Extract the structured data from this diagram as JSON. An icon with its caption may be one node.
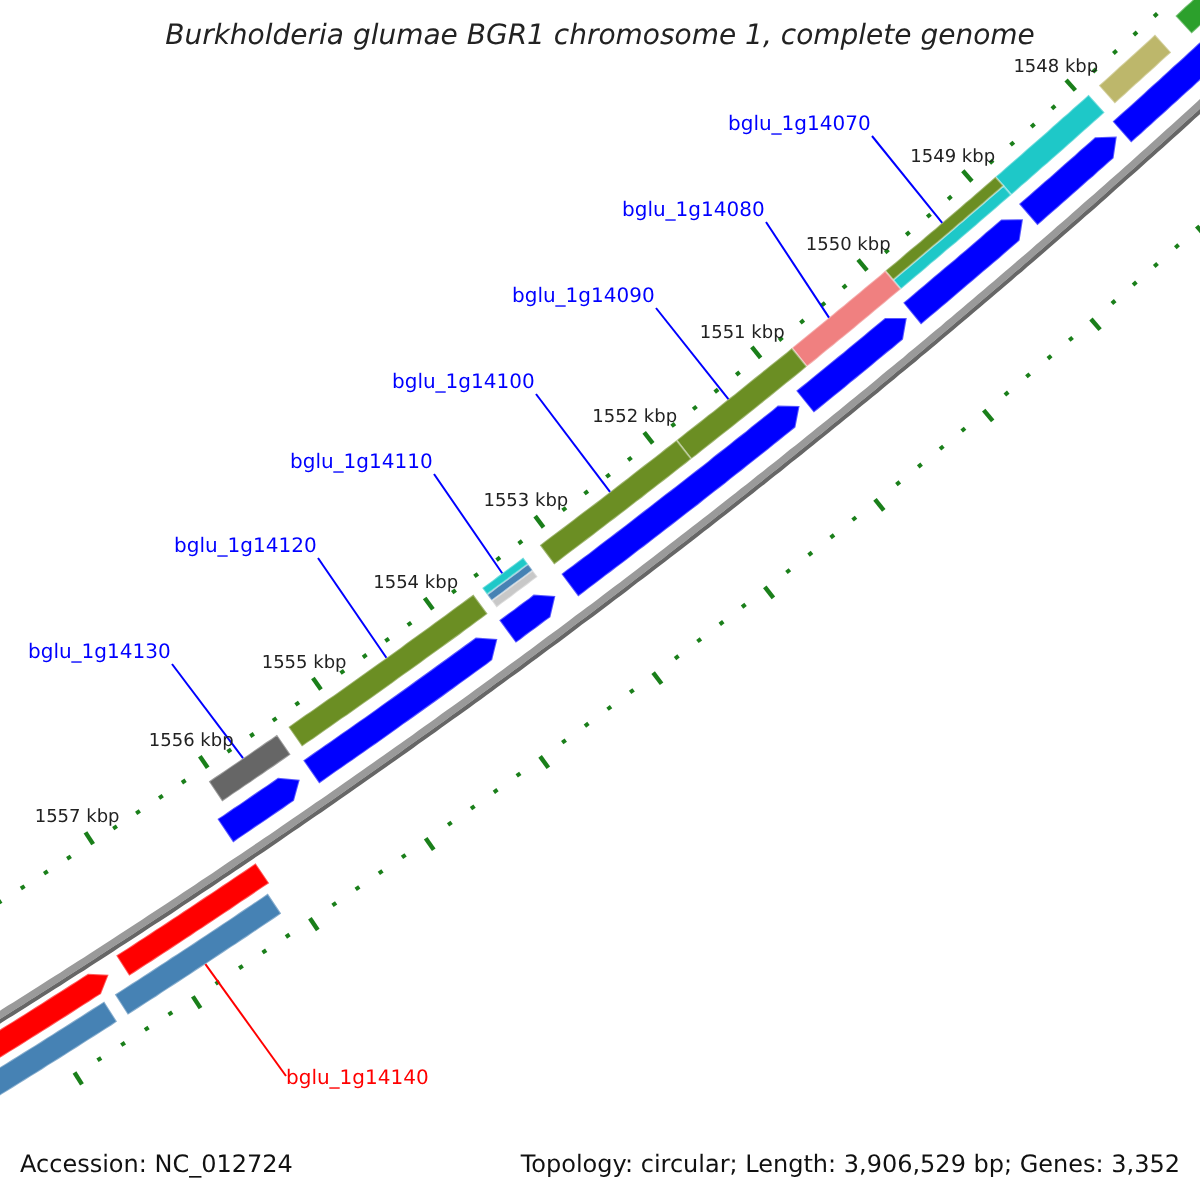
{
  "diagram": {
    "title": "Burkholderia glumae BGR1 chromosome 1, complete genome",
    "nodes": [
      {
        "text": [
          "bglu_1g14070"
        ]
      },
      {
        "text": [
          "bglu_1g14080"
        ]
      },
      {
        "text": [
          "bglu_1g14090"
        ]
      },
      {
        "text": [
          "bglu_1g14100"
        ]
      },
      {
        "text": [
          "bglu_1g14110"
        ]
      },
      {
        "text": [
          "bglu_1g14120"
        ]
      },
      {
        "text": [
          "bglu_1g14130"
        ]
      },
      {
        "text": [
          "bglu_1g14140"
        ]
      },
      {
        "text": [],
        "shape": "bar"
      },
      {
        "text": [],
        "shape": "bar"
      },
      {
        "text": [],
        "shape": "bar"
      },
      {
        "text": [],
        "shape": "bar"
      },
      {
        "text": [],
        "shape": "bar"
      },
      {
        "text": [],
        "shape": "bar"
      },
      {
        "text": [],
        "shape": "bar"
      },
      {
        "text": [],
        "shape": "bar"
      }
    ],
    "edges": [
      {
        "from": 0,
        "to": 8,
        "arrow": "none"
      },
      {
        "from": 1,
        "to": 9,
        "arrow": "none"
      },
      {
        "from": 2,
        "to": 10,
        "arrow": "none"
      },
      {
        "from": 3,
        "to": 11,
        "arrow": "none"
      },
      {
        "from": 4,
        "to": 12,
        "arrow": "none"
      },
      {
        "from": 5,
        "to": 13,
        "arrow": "none"
      },
      {
        "from": 6,
        "to": 14,
        "arrow": "none"
      },
      {
        "from": 7,
        "to": 15,
        "arrow": "none",
        "color": "#ff0000"
      }
    ],
    "labels": [
      "1548 kbp",
      "1549 kbp",
      "1550 kbp",
      "1551 kbp",
      "1552 kbp",
      "1553 kbp",
      "1554 kbp",
      "1555 kbp",
      "1556 kbp",
      "1557 kbp",
      "Accession: NC_012724",
      "Topology: circular; Length: 3,906,529 bp; Genes: 3,352"
    ]
  }
}
